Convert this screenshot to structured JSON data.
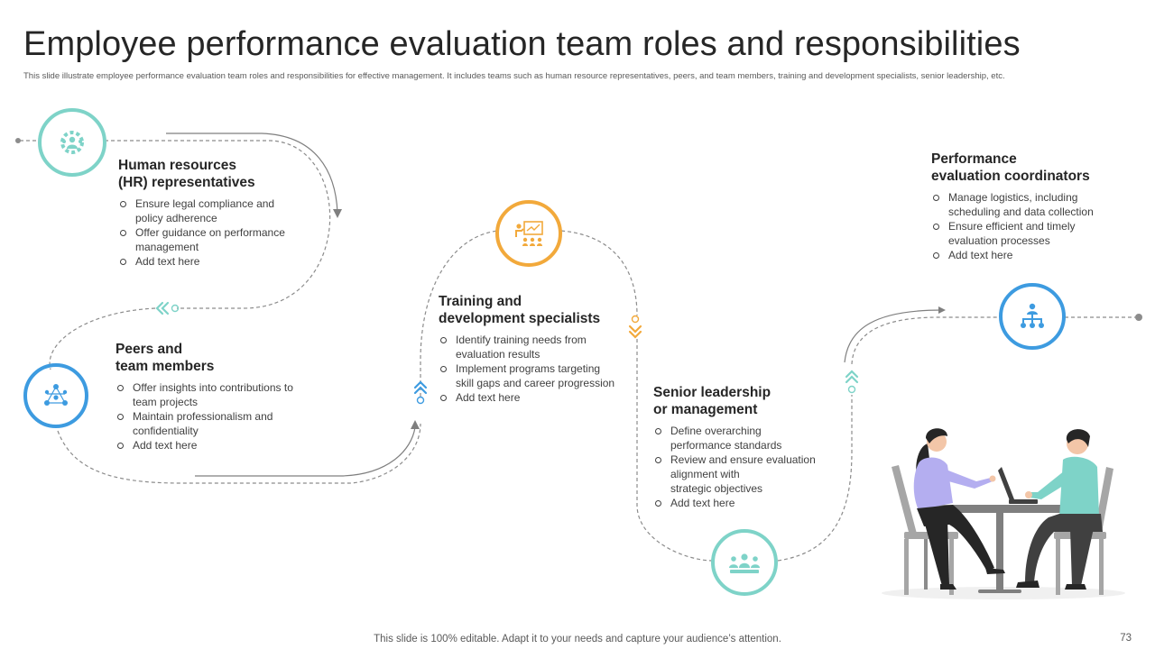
{
  "title": "Employee performance evaluation team roles and responsibilities",
  "subtitle": "This slide illustrate employee performance evaluation team roles and responsibilities for effective management. It includes teams such as human resource representatives, peers, and team members, training and development specialists, senior leadership, etc.",
  "colors": {
    "teal": "#7ed3c8",
    "teal_dark": "#5bbfb2",
    "orange": "#f2a93b",
    "blue": "#3d9be0",
    "path": "#8c8c8c"
  },
  "roles": [
    {
      "id": "hr",
      "icon": "people-gear-icon",
      "heading_1": "Human resources",
      "heading_2": "(HR) representatives",
      "bullets": [
        "Ensure legal compliance and",
        "policy adherence",
        "Offer guidance on performance",
        "management",
        "Add text here"
      ]
    },
    {
      "id": "peers",
      "icon": "team-network-icon",
      "heading_1": "Peers and",
      "heading_2": "team members",
      "bullets": [
        "Offer insights into contributions to",
        "team projects",
        "Maintain professionalism and",
        "confidentiality",
        "Add text here"
      ]
    },
    {
      "id": "training",
      "icon": "presentation-icon",
      "heading_1": "Training and",
      "heading_2": "development specialists",
      "bullets": [
        "Identify training needs from",
        "evaluation results",
        "Implement programs targeting",
        "skill gaps and career progression",
        "Add text here"
      ]
    },
    {
      "id": "senior",
      "icon": "leadership-group-icon",
      "heading_1": "Senior leadership",
      "heading_2": "or management",
      "bullets": [
        "Define overarching",
        "performance standards",
        "Review and ensure evaluation",
        "alignment with",
        "strategic objectives",
        "Add text here"
      ]
    },
    {
      "id": "coordinators",
      "icon": "org-chart-icon",
      "heading_1": "Performance",
      "heading_2": "evaluation coordinators",
      "bullets": [
        "Manage logistics, including",
        "scheduling and data collection",
        "Ensure efficient and timely",
        "evaluation processes",
        "Add text here"
      ]
    }
  ],
  "illustration_icon": "meeting-illustration-icon",
  "footer_note": "This slide is 100% editable. Adapt it to your needs and capture your audience’s attention.",
  "page_number": "73"
}
